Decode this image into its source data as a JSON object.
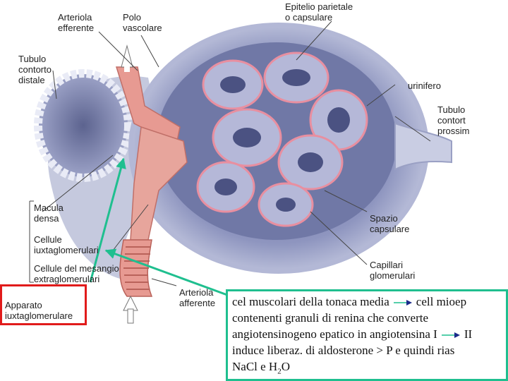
{
  "labels": {
    "arteriola_efferente": "Arteriola\nefferente",
    "polo_vascolare": "Polo\nvascolare",
    "epitelio": "Epitelio parietale\no capsulare",
    "tubulo_distale": "Tubulo\ncontorto\ndistale",
    "urinifero": "urinifero",
    "tubulo_prossimale": "Tubulo\ncontort\nprossim",
    "macula_densa": "Macula\ndensa",
    "cellule_iuxta": "Cellule\niuxtaglomerulari",
    "cellule_mesangio": "Cellule del mesangio\nextraglomerulari",
    "apparato": "Apparato\niuxtaglomerulare",
    "arteriola_afferente": "Arteriola\nafferente",
    "spazio_capsulare": "Spazio\ncapsulare",
    "capillari_glomerulari": "Capillari\nglomerulari"
  },
  "note": {
    "line1_a": "cel muscolari della tonaca media",
    "line1_b": "cell mioep",
    "line2": "contenenti granuli di renina che converte",
    "line3_a": "angiotensinogeno epatico in angiotensina I",
    "line3_b": "II",
    "line4": "induce liberaz. di aldosterone > P e quindi rias",
    "line5_a": "NaCl e H",
    "line5_sub": "2",
    "line5_b": "O"
  },
  "colors": {
    "accent_teal": "#1fbf8f",
    "highlight_red": "#e11b1b",
    "capsule": "#8e95bf",
    "vessel": "#e79a92"
  }
}
